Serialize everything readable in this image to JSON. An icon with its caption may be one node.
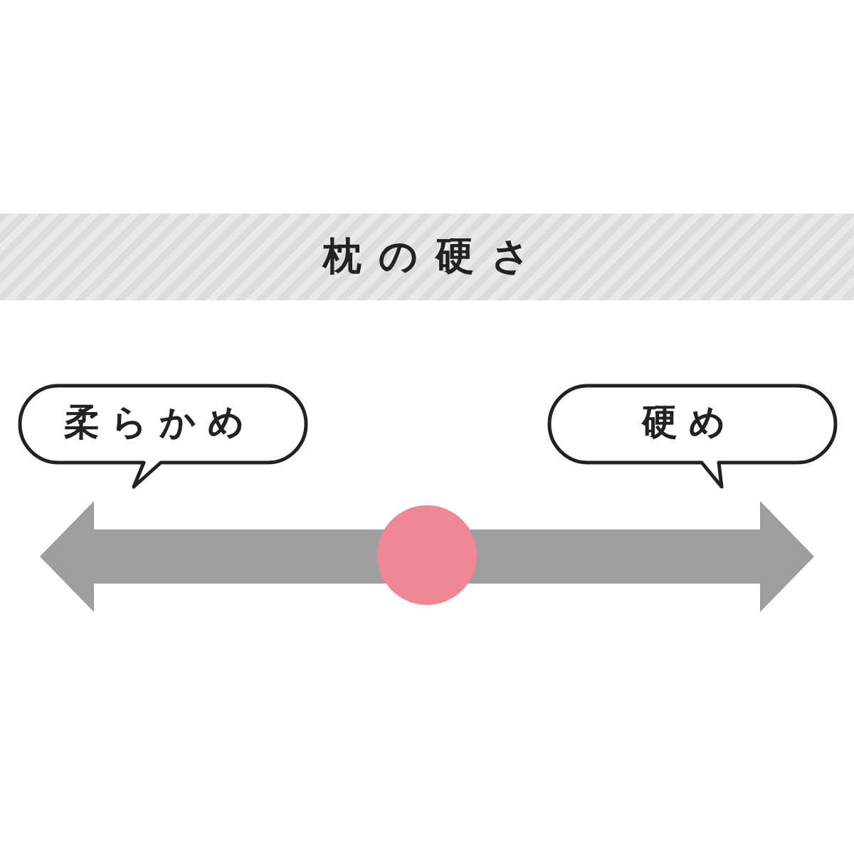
{
  "diagram": {
    "title": "枕の硬さ",
    "nodes": [
      {
        "text": [
          "柔らかめ"
        ]
      },
      {
        "text": [
          "硬め"
        ]
      },
      {
        "text": [],
        "shape": "circle"
      }
    ]
  }
}
